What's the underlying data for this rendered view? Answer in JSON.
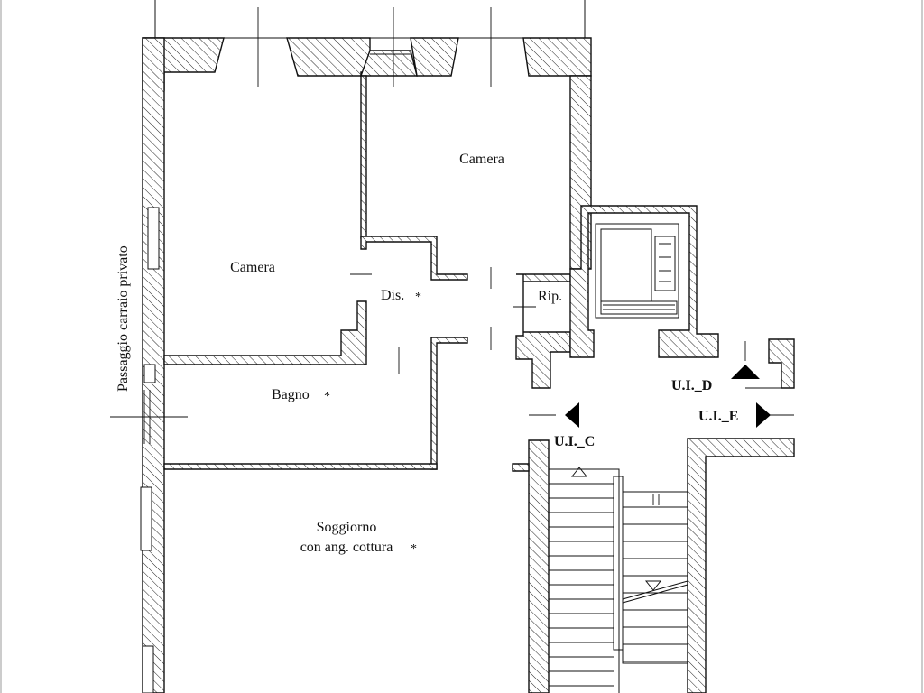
{
  "rooms": {
    "camera_left": "Camera",
    "camera_right": "Camera",
    "disimpegno": "Dis.",
    "ripostiglio": "Rip.",
    "bagno": "Bagno",
    "soggiorno_line1": "Soggiorno",
    "soggiorno_line2": "con ang. cottura"
  },
  "marks": {
    "asterisk": "*"
  },
  "passage": "Passaggio carraio privato",
  "units": {
    "c": "U.I._C",
    "d": "U.I._D",
    "e": "U.I._E"
  }
}
